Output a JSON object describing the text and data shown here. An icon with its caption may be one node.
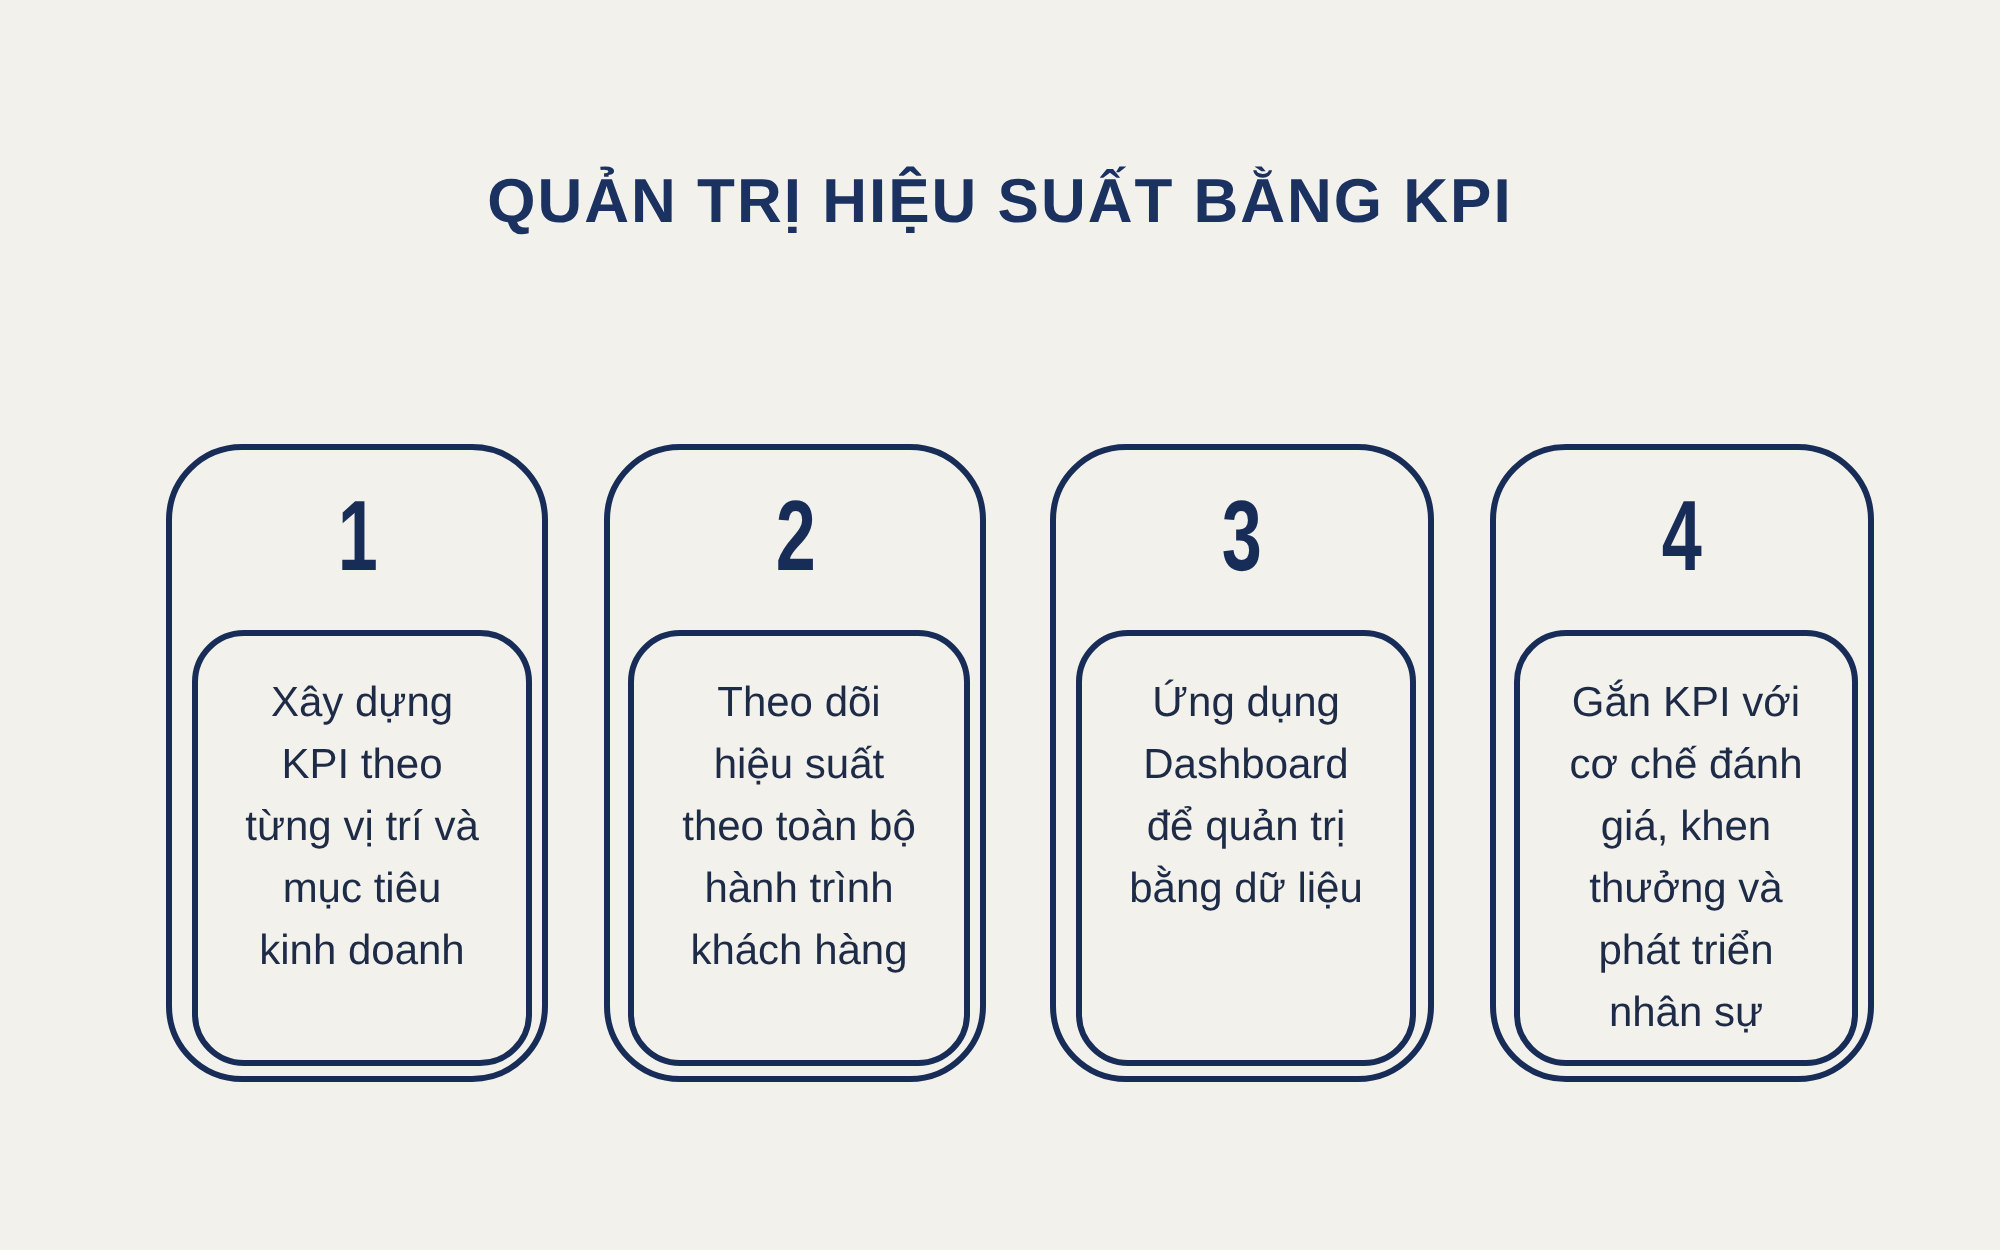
{
  "diagram": {
    "title": "QUẢN TRỊ HIỆU SUẤT BẰNG KPI",
    "nodes": [
      {
        "text": [
          "1"
        ]
      },
      {
        "text": [
          "Xây dựng KPI theo từng vị trí và mục tiêu kinh doanh"
        ],
        "in": 0
      },
      {
        "text": [
          "2"
        ]
      },
      {
        "text": [
          "Theo dõi hiệu suất theo toàn bộ hành trình khách hàng"
        ],
        "in": 2
      },
      {
        "text": [
          "3"
        ]
      },
      {
        "text": [
          "Ứng dụng Dashboard để quản trị bằng dữ liệu"
        ],
        "in": 4
      },
      {
        "text": [
          "4"
        ]
      },
      {
        "text": [
          "Gắn KPI với cơ chế đánh giá, khen thưởng và phát triển nhân sự"
        ],
        "in": 6
      }
    ]
  }
}
